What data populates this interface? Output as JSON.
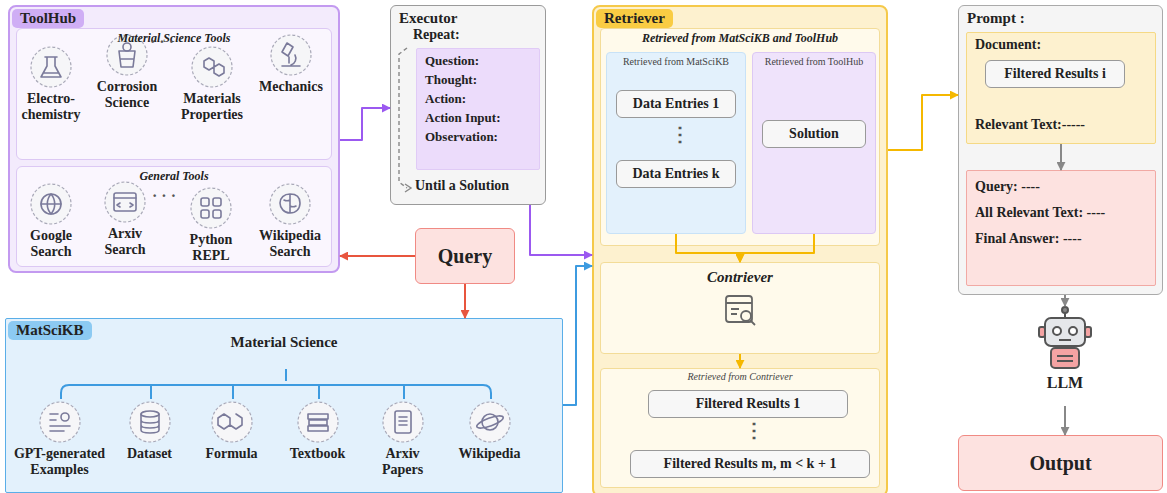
{
  "diagram": {
    "nodes": [
      {
        "text": [
          "ToolHub"
        ]
      },
      {
        "text": [
          "Material Science Tools"
        ],
        "in": 0
      },
      {
        "text": [
          "Electro- chemistry"
        ],
        "in": 1
      },
      {
        "text": [
          "Corrosion Science"
        ],
        "in": 1
      },
      {
        "text": [
          "Materials Properties"
        ],
        "in": 1
      },
      {
        "text": [
          "Mechanics"
        ],
        "in": 1
      },
      {
        "text": [
          "General Tools"
        ],
        "in": 0
      },
      {
        "text": [
          "Google Search"
        ],
        "in": 6
      },
      {
        "text": [
          "Arxiv Search"
        ],
        "in": 6
      },
      {
        "text": [
          "Python REPL"
        ],
        "in": 6
      },
      {
        "text": [
          "Wikipedia Search"
        ],
        "in": 6
      },
      {
        "text": [
          "Executor",
          "Repeat:",
          "Until a Solution"
        ]
      },
      {
        "text": [
          "Question:",
          "Thought:",
          "Action:",
          "Action Input:",
          "Observation:"
        ],
        "in": 11
      },
      {
        "text": [
          "Query"
        ]
      },
      {
        "text": [
          "MatSciKB",
          "Material Science"
        ]
      },
      {
        "text": [
          "GPT-generated Examples"
        ],
        "in": 14
      },
      {
        "text": [
          "Dataset"
        ],
        "in": 14
      },
      {
        "text": [
          "Formula"
        ],
        "in": 14
      },
      {
        "text": [
          "Textbook"
        ],
        "in": 14
      },
      {
        "text": [
          "Arxiv Papers"
        ],
        "in": 14
      },
      {
        "text": [
          "Wikipedia"
        ],
        "in": 14
      },
      {
        "text": [
          "Retriever"
        ]
      },
      {
        "text": [
          "Retrieved from MatSciKB and ToolHub"
        ],
        "in": 21
      },
      {
        "text": [
          "Retrieved from MatSciKB"
        ],
        "in": 22
      },
      {
        "text": [
          "Data Entries 1"
        ],
        "in": 23
      },
      {
        "text": [
          "Data Entries k"
        ],
        "in": 23
      },
      {
        "text": [
          "Retrieved from ToolHub"
        ],
        "in": 22
      },
      {
        "text": [
          "Solution"
        ],
        "in": 26
      },
      {
        "text": [
          "Contriever"
        ],
        "in": 21
      },
      {
        "text": [
          "Retrieved from Contriever"
        ],
        "in": 21
      },
      {
        "text": [
          "Filtered Results 1"
        ],
        "in": 29
      },
      {
        "text": [
          "Filtered Results m, m < k + 1"
        ],
        "in": 29
      },
      {
        "text": [
          "Prompt :"
        ]
      },
      {
        "text": [
          "Document:",
          "Relevant Text:-----"
        ],
        "in": 32
      },
      {
        "text": [
          "Filtered Results i"
        ],
        "in": 33
      },
      {
        "text": [
          "Query: ----",
          "All Relevant Text: ----",
          "Final Answer: ----"
        ],
        "in": 32
      },
      {
        "text": [
          "LLM"
        ]
      },
      {
        "text": [
          "Output"
        ]
      }
    ],
    "edges": [
      {
        "from": 0,
        "to": 11,
        "arrow": "to"
      },
      {
        "from": 11,
        "to": 21,
        "arrow": "to"
      },
      {
        "from": 13,
        "to": 0,
        "arrow": "to"
      },
      {
        "from": 13,
        "to": 14,
        "arrow": "to"
      },
      {
        "from": 14,
        "to": 21,
        "arrow": "to"
      },
      {
        "from": 23,
        "to": 28,
        "arrow": "to"
      },
      {
        "from": 26,
        "to": 28,
        "arrow": "to"
      },
      {
        "from": 28,
        "to": 29,
        "arrow": "to"
      },
      {
        "from": 21,
        "to": 32,
        "arrow": "to"
      },
      {
        "from": 33,
        "to": 35,
        "arrow": "to"
      },
      {
        "from": 32,
        "to": 36,
        "arrow": "to"
      },
      {
        "from": 36,
        "to": 37,
        "arrow": "to"
      }
    ],
    "labels": [
      "· · ·",
      "· · ·",
      "⋮",
      "⋮"
    ]
  }
}
